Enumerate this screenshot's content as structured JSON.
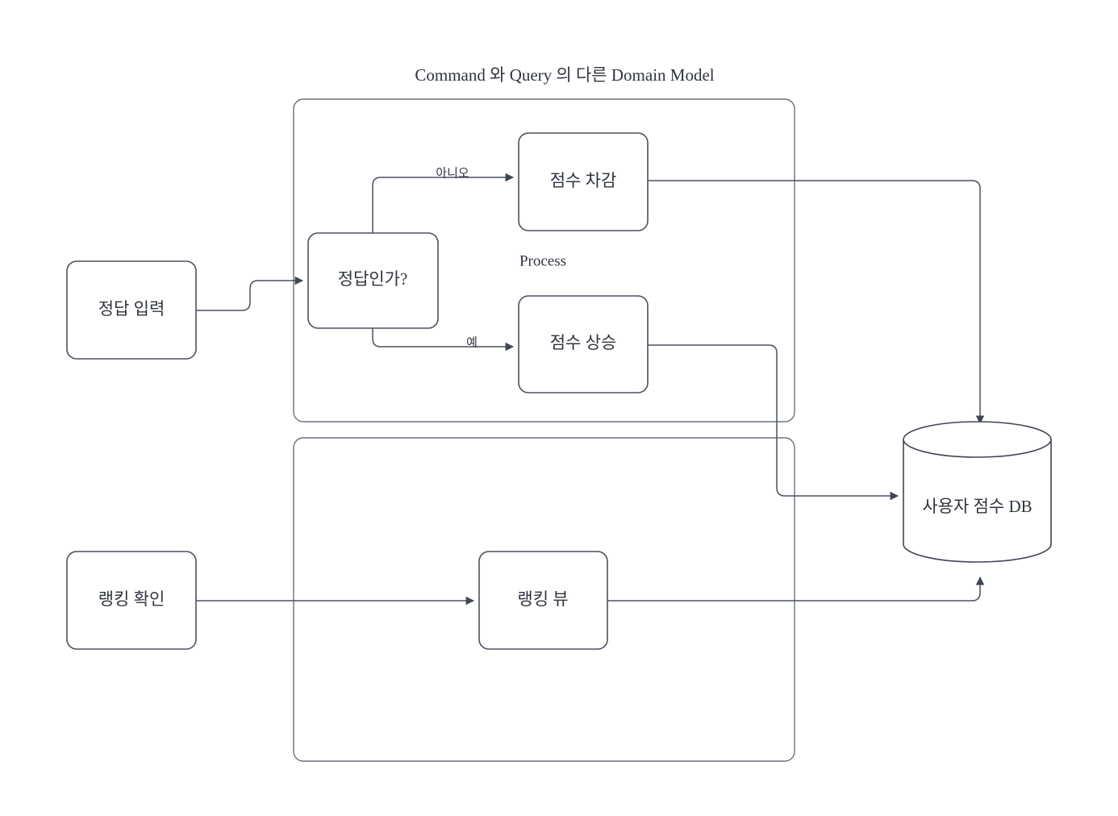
{
  "title": "Command 와 Query 의 다른  Domain Model",
  "groups": [
    {
      "id": "command-group",
      "label": ""
    },
    {
      "id": "query-group",
      "label": ""
    }
  ],
  "labels": {
    "process": "Process"
  },
  "nodes": [
    {
      "id": "answer-input",
      "label": "정답 입력",
      "shape": "rounded-rect"
    },
    {
      "id": "is-correct",
      "label": "정답인가?",
      "shape": "rounded-rect"
    },
    {
      "id": "score-decrease",
      "label": "점수 차감",
      "shape": "rounded-rect"
    },
    {
      "id": "score-increase",
      "label": "점수 상승",
      "shape": "rounded-rect"
    },
    {
      "id": "ranking-check",
      "label": "랭킹 확인",
      "shape": "rounded-rect"
    },
    {
      "id": "ranking-view",
      "label": "랭킹 뷰",
      "shape": "rounded-rect"
    },
    {
      "id": "user-score-db",
      "label": "사용자 점수 DB",
      "shape": "cylinder"
    }
  ],
  "edges": [
    {
      "id": "answer-input-to-is-correct",
      "from": "answer-input",
      "to": "is-correct",
      "label": ""
    },
    {
      "id": "is-correct-to-score-decrease",
      "from": "is-correct",
      "to": "score-decrease",
      "label": "아니오"
    },
    {
      "id": "is-correct-to-score-increase",
      "from": "is-correct",
      "to": "score-increase",
      "label": "예"
    },
    {
      "id": "score-decrease-to-db",
      "from": "score-decrease",
      "to": "user-score-db",
      "label": ""
    },
    {
      "id": "score-increase-to-db",
      "from": "score-increase",
      "to": "user-score-db",
      "label": ""
    },
    {
      "id": "ranking-check-to-ranking-view",
      "from": "ranking-check",
      "to": "ranking-view",
      "label": ""
    },
    {
      "id": "ranking-view-to-db",
      "from": "ranking-view",
      "to": "user-score-db",
      "label": ""
    }
  ],
  "colors": {
    "stroke": "#4a5160",
    "group_stroke": "#6b7280",
    "text": "#2f3440",
    "background": "#ffffff"
  }
}
